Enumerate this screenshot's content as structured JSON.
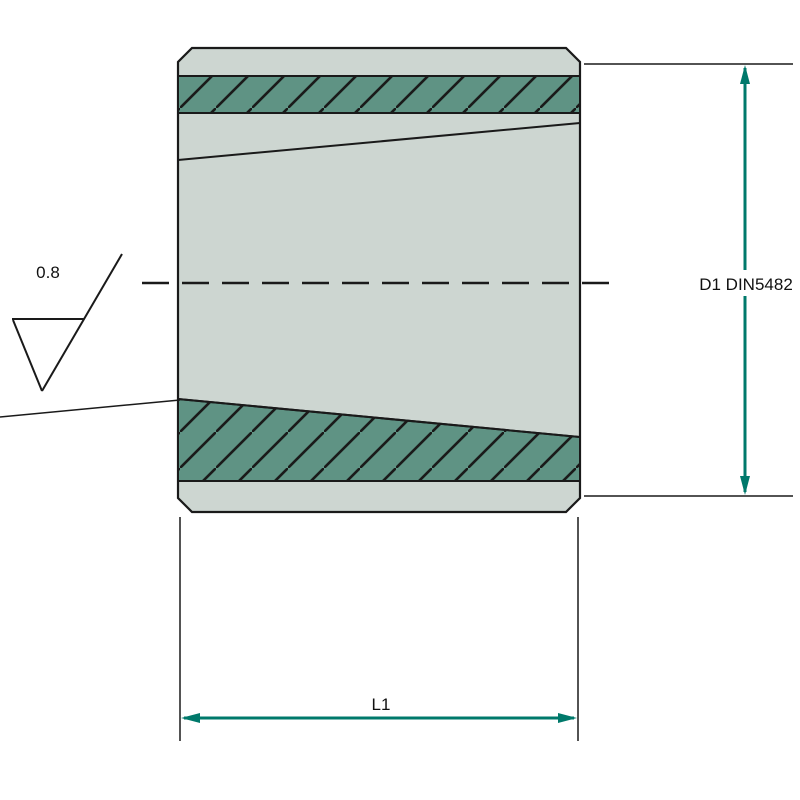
{
  "drawing": {
    "labels": {
      "surface_roughness": "0.8",
      "diameter": "D1 DIN5482",
      "length": "L1"
    },
    "colors": {
      "accent": "#00796B",
      "hatch_fill": "#5F9384",
      "body_fill": "#CDD6D1",
      "line": "#1A1A1A"
    }
  }
}
